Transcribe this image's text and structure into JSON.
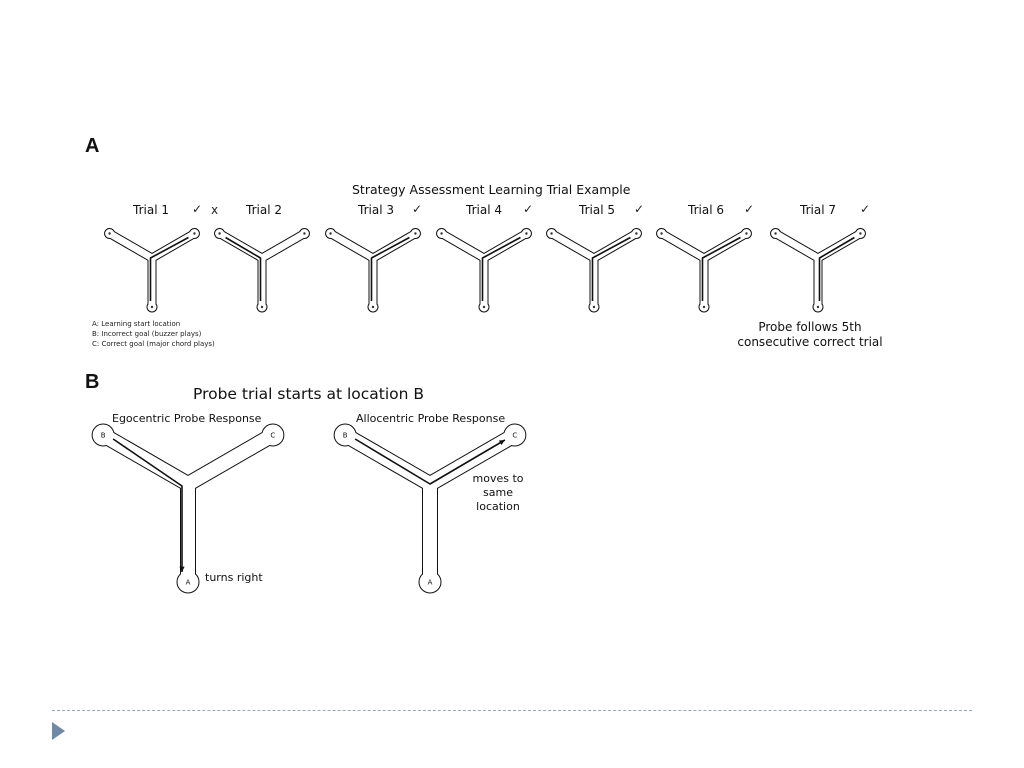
{
  "panel_a": {
    "letter": "A",
    "title": "Strategy Assessment Learning Trial Example",
    "trials": [
      {
        "label": "Trial 1",
        "mark": "✓"
      },
      {
        "label": "Trial 2",
        "mark": "x"
      },
      {
        "label": "Trial 3",
        "mark": "✓"
      },
      {
        "label": "Trial 4",
        "mark": "✓"
      },
      {
        "label": "Trial 5",
        "mark": "✓"
      },
      {
        "label": "Trial 6",
        "mark": "✓"
      },
      {
        "label": "Trial 7",
        "mark": "✓"
      }
    ],
    "legend": [
      "A: Learning start location",
      "B: Incorrect goal (buzzer plays)",
      "C: Correct goal (major chord plays)"
    ],
    "probe_note": [
      "Probe follows 5th",
      "consecutive correct trial"
    ]
  },
  "panel_b": {
    "letter": "B",
    "title": "Probe trial starts at location B",
    "ego": {
      "title": "Egocentric Probe Response",
      "annotation": "turns right",
      "labels": [
        "B",
        "C",
        "A"
      ]
    },
    "allo": {
      "title": "Allocentric Probe Response",
      "annotation": [
        "moves to",
        "same",
        "location"
      ],
      "labels": [
        "B",
        "C",
        "A"
      ]
    }
  }
}
